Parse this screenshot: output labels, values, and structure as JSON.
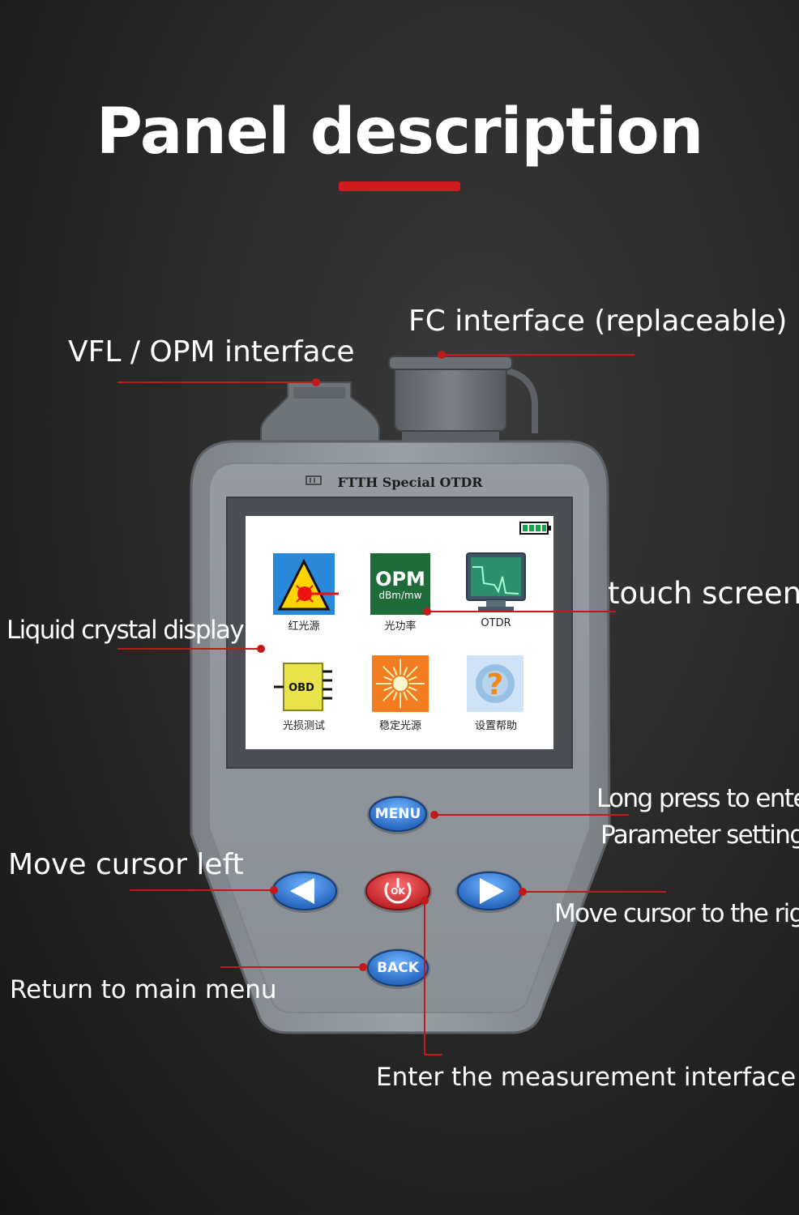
{
  "title": "Panel description",
  "device": {
    "brand_text": "FTTH Special OTDR",
    "screen_icons": [
      {
        "id": "vfl",
        "caption": "红光源",
        "icon": "laser-warning-icon"
      },
      {
        "id": "opm",
        "caption": "光功率",
        "icon": "opm-icon",
        "main": "OPM",
        "sub": "dBm/mw"
      },
      {
        "id": "otdr",
        "caption": "OTDR",
        "icon": "otdr-monitor-icon"
      },
      {
        "id": "obd",
        "caption": "光损测试",
        "icon": "obd-chip-icon",
        "main": "OBD"
      },
      {
        "id": "sls",
        "caption": "稳定光源",
        "icon": "light-burst-icon"
      },
      {
        "id": "help",
        "caption": "设置帮助",
        "icon": "help-gear-icon",
        "main": "?"
      }
    ],
    "buttons": {
      "menu": "MENU",
      "ok": "OK",
      "back": "BACK"
    }
  },
  "labels": {
    "vfl_opm": "VFL / OPM interface",
    "fc": "FC interface (replaceable)",
    "touch": "touch screen",
    "lcd": "Liquid crystal display",
    "menu_line1": "Long press to enter",
    "menu_line2": "Parameter setting",
    "left": "Move cursor left",
    "right": "Move cursor to the right",
    "back": "Return to main menu",
    "ok": "Enter the measurement interface"
  },
  "colors": {
    "accent": "#d01c1c",
    "device_body": "#8f949b",
    "button_blue": "#2d78d6",
    "button_red": "#d9262c"
  }
}
